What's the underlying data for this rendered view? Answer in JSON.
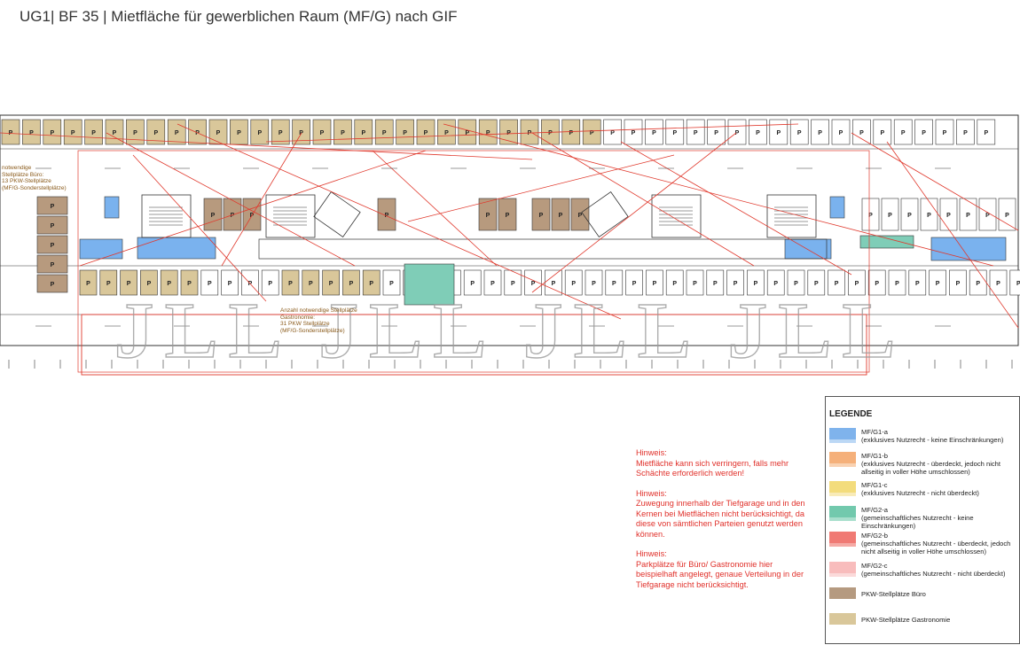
{
  "title": "UG1| BF 35 | Mietfläche für gewerblichen Raum (MF/G) nach GIF",
  "watermark": "JLL",
  "plan": {
    "left_note": [
      "notwendige",
      "Stellplätze Büro:",
      "13 PKW-Stellplätze",
      "(MF/G-Sonderstellplätze)"
    ],
    "center_note": [
      "Anzahl notwendige Stellplätze",
      "Gastronomie:",
      "31 PKW Stellplätze",
      "(MF/G-Sonderstellplätze)"
    ],
    "parking_symbol": "P",
    "colors": {
      "outline": "#333333",
      "red_lines": "#e03a2e",
      "parking_buero": "#b79a7e",
      "parking_gastro": "#d9c79a",
      "blue": "#7ab2ee",
      "teal": "#7fcdb7"
    }
  },
  "notes": [
    {
      "label": "Hinweis:",
      "text": "Mietfläche kann sich verringern, falls mehr Schächte erforderlich werden!"
    },
    {
      "label": "Hinweis:",
      "text": "Zuwegung innerhalb der Tiefgarage und in den Kernen bei Mietflächen nicht berücksichtigt, da diese von sämtlichen Parteien genutzt werden können."
    },
    {
      "label": "Hinweis:",
      "text": "Parkplätze für Büro/ Gastronomie hier beispielhaft angelegt, genaue Verteilung in der Tiefgarage nicht berücksichtigt."
    }
  ],
  "legend": {
    "heading": "LEGENDE",
    "items": [
      {
        "code": "MF/G1-a",
        "desc": "(exklusives Nutzrecht - keine Einschränkungen)",
        "color": "#7fb3ec",
        "color2": "#bcd8f5"
      },
      {
        "code": "MF/G1-b",
        "desc": "(exklusives Nutzrecht - überdeckt, jedoch nicht allseitig in voller Höhe umschlossen)",
        "color": "#f5b07a",
        "color2": "#f9d2b2"
      },
      {
        "code": "MF/G1-c",
        "desc": "(exklusives Nutzrecht - nicht überdeckt)",
        "color": "#f3dc7c",
        "color2": "#f8ebb8"
      },
      {
        "code": "MF/G2-a",
        "desc": "(gemeinschaftliches Nutzrecht - keine Einschränkungen)",
        "color": "#72c9ad",
        "color2": "#a9dfcd"
      },
      {
        "code": "MF/G2-b",
        "desc": "(gemeinschaftliches Nutzrecht - überdeckt, jedoch nicht allseitig in voller Höhe umschlossen)",
        "color": "#f07a74",
        "color2": "#f5aaa5"
      },
      {
        "code": "MF/G2-c",
        "desc": "(gemeinschaftliches Nutzrecht - nicht überdeckt)",
        "color": "#f8bcbc",
        "color2": "#fbdada"
      },
      {
        "code": "",
        "desc": "PKW-Stellplätze Büro",
        "color": "#b59a80",
        "color2": ""
      },
      {
        "code": "",
        "desc": "PKW-Stellplätze Gastronomie",
        "color": "#d9c79a",
        "color2": ""
      }
    ]
  }
}
